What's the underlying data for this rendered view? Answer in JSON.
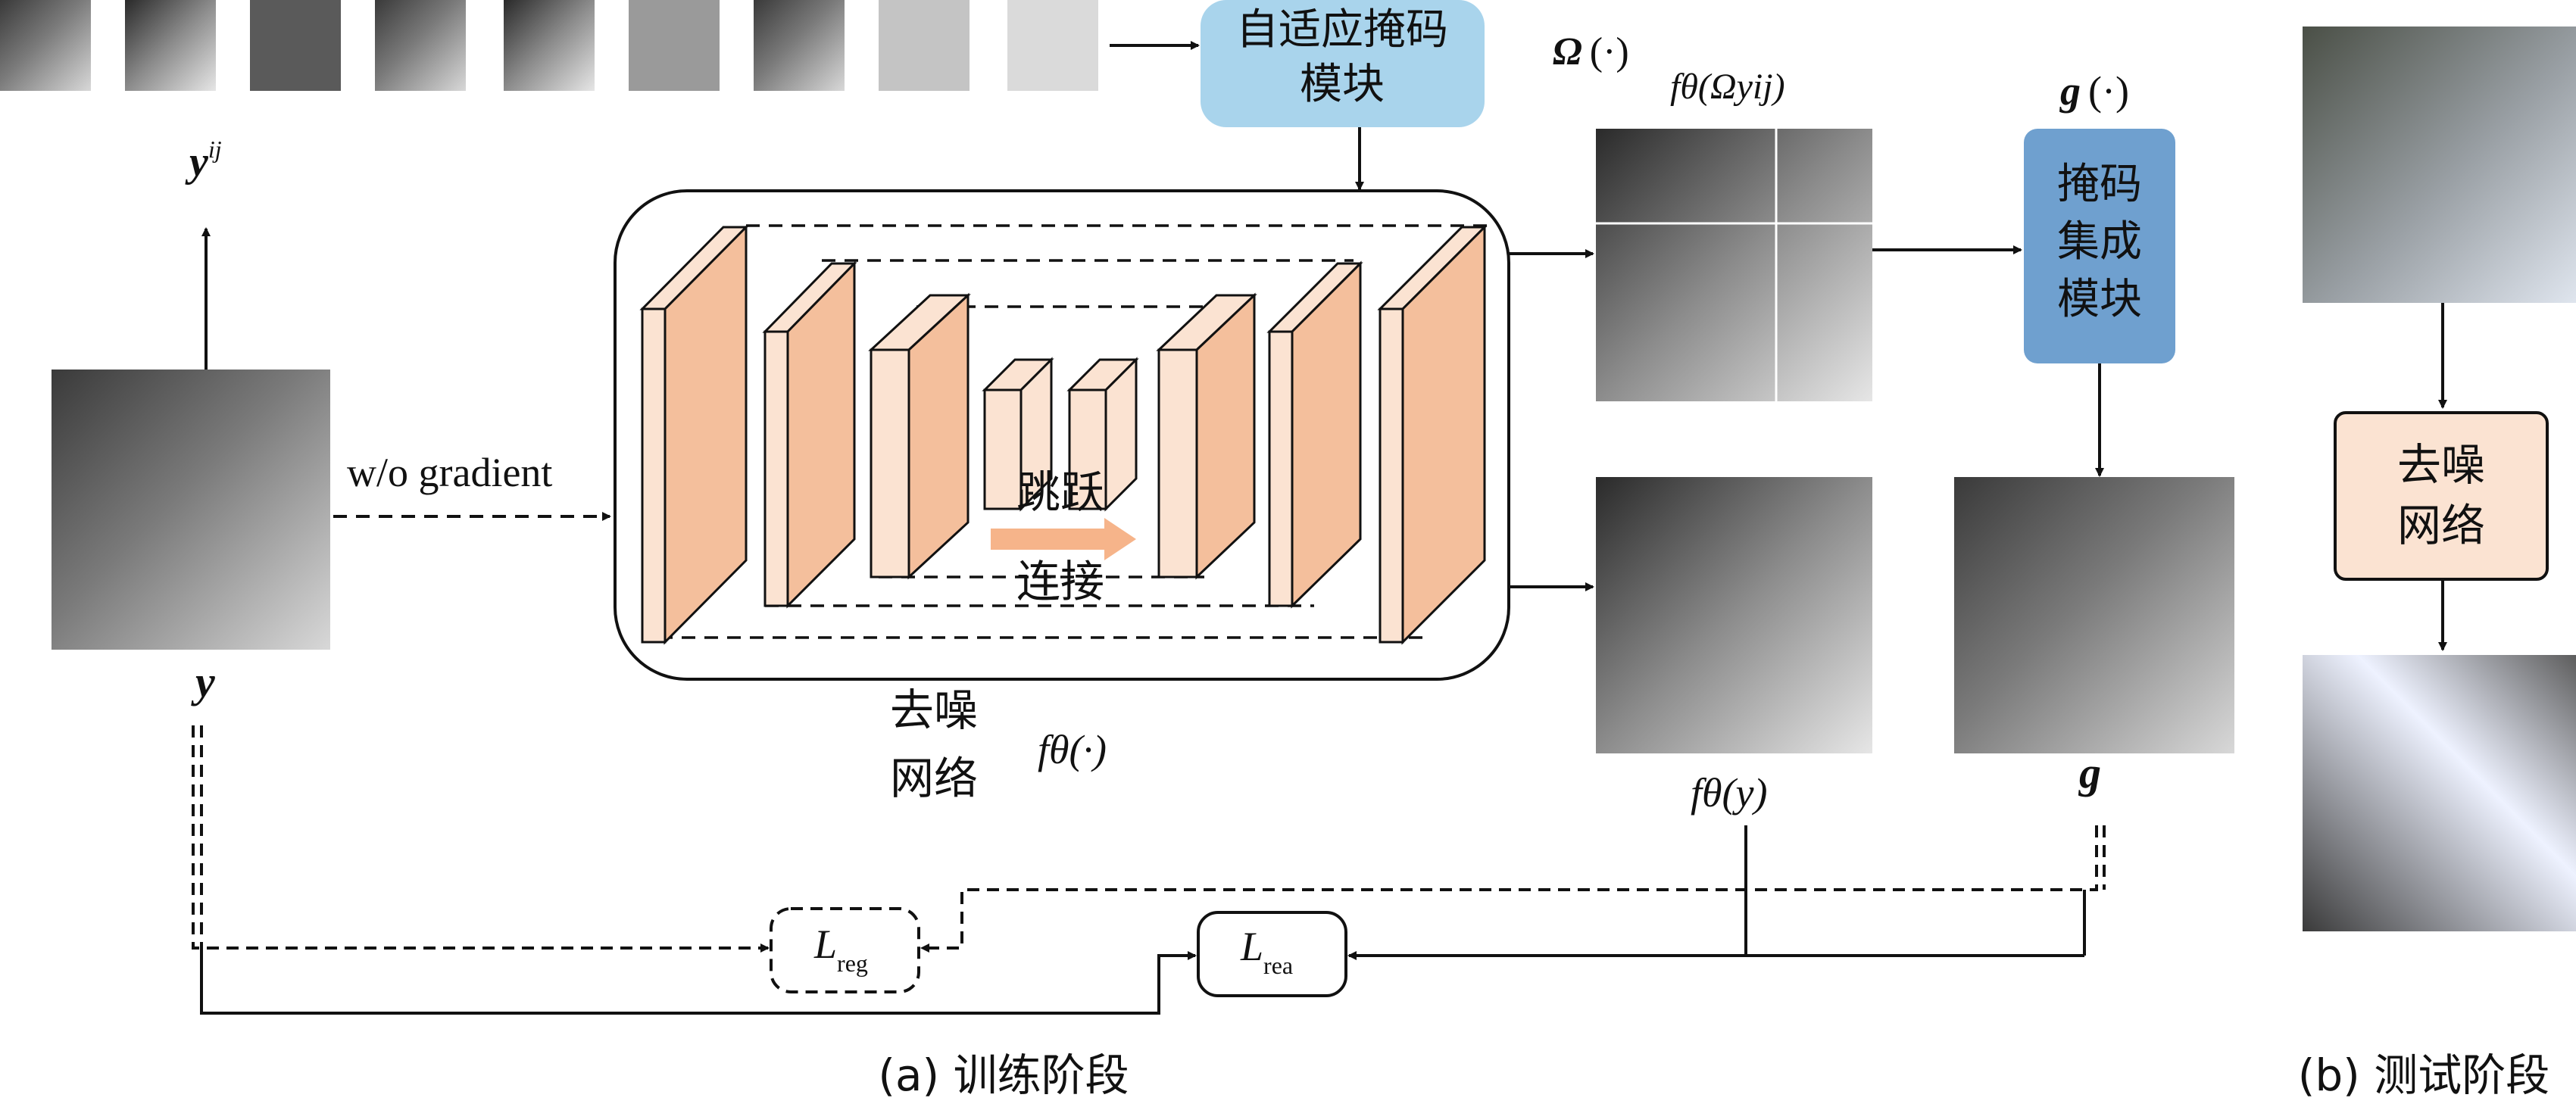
{
  "colors": {
    "light_blue": "#a9d4ec",
    "dark_blue": "#6fa0cf",
    "orange_face": "#f4bf9c",
    "orange_side": "#fbe3d2",
    "orange_box": "#fbe3d2",
    "arrow_orange": "#f6b48a"
  },
  "labels": {
    "mask_module_line1": "自适应掩码",
    "mask_module_line2": "模块",
    "omega": "Ω",
    "omega_args": "(·)",
    "f_theta_omega": "fθ(Ωyij)",
    "g_fn": "g",
    "g_args": "(·)",
    "mask_ens_1": "掩码",
    "mask_ens_2": "集成",
    "mask_ens_3": "模块",
    "y_ij": "y",
    "y_ij_sup": "ij",
    "wo_gradient": "w/o gradient",
    "y": "y",
    "skip_1": "跳跃",
    "skip_2": "连接",
    "denoise_1": "去噪",
    "denoise_2": "网络",
    "f_theta_dot": "fθ(·)",
    "f_theta_y": "fθ(y)",
    "g": "g",
    "L": "L",
    "reg": "reg",
    "rea": "rea",
    "caption_a": "(a) 训练阶段",
    "caption_b": "(b) 测试阶段",
    "test_denoise_1": "去噪",
    "test_denoise_2": "网络"
  },
  "icons": {
    "patches": "image-patch-thumbnails",
    "input": "noisy-input-image",
    "output": "denoised-image"
  }
}
